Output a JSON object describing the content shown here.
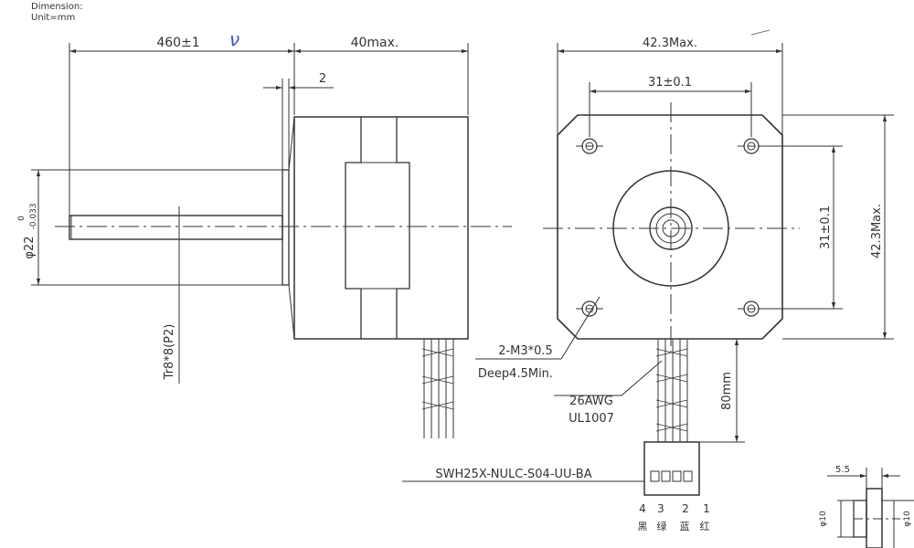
{
  "header": {
    "dimension_label": "Dimension:",
    "unit_label": "Unit=mm"
  },
  "side_view": {
    "lead_length": "460±1",
    "body_length": "40max.",
    "flange_thickness": "2",
    "shaft_diameter_base": "φ22",
    "shaft_tolerance_upper": "0",
    "shaft_tolerance_lower": "-0.033",
    "thread_spec": "Tr8*8(P2)",
    "handwritten_mark": "ν"
  },
  "front_view": {
    "overall_width": "42.3Max.",
    "hole_spacing_h": "31±0.1",
    "hole_spacing_v": "31±0.1",
    "overall_height": "42.3Max.",
    "mount_holes": "2-M3*0.5",
    "hole_depth": "Deep4.5Min.",
    "wire_gauge": "26AWG",
    "wire_standard": "UL1007",
    "lead_length": "80mm"
  },
  "connector": {
    "part_number": "SWH25X-NULC-S04-UU-BA",
    "pins": [
      "4",
      "3",
      "2",
      "1"
    ],
    "colors": [
      "黑",
      "绿",
      "蓝",
      "红"
    ]
  },
  "detail_view": {
    "width": "5.5",
    "dia_left": "φ10",
    "dia_right": "φ10"
  }
}
